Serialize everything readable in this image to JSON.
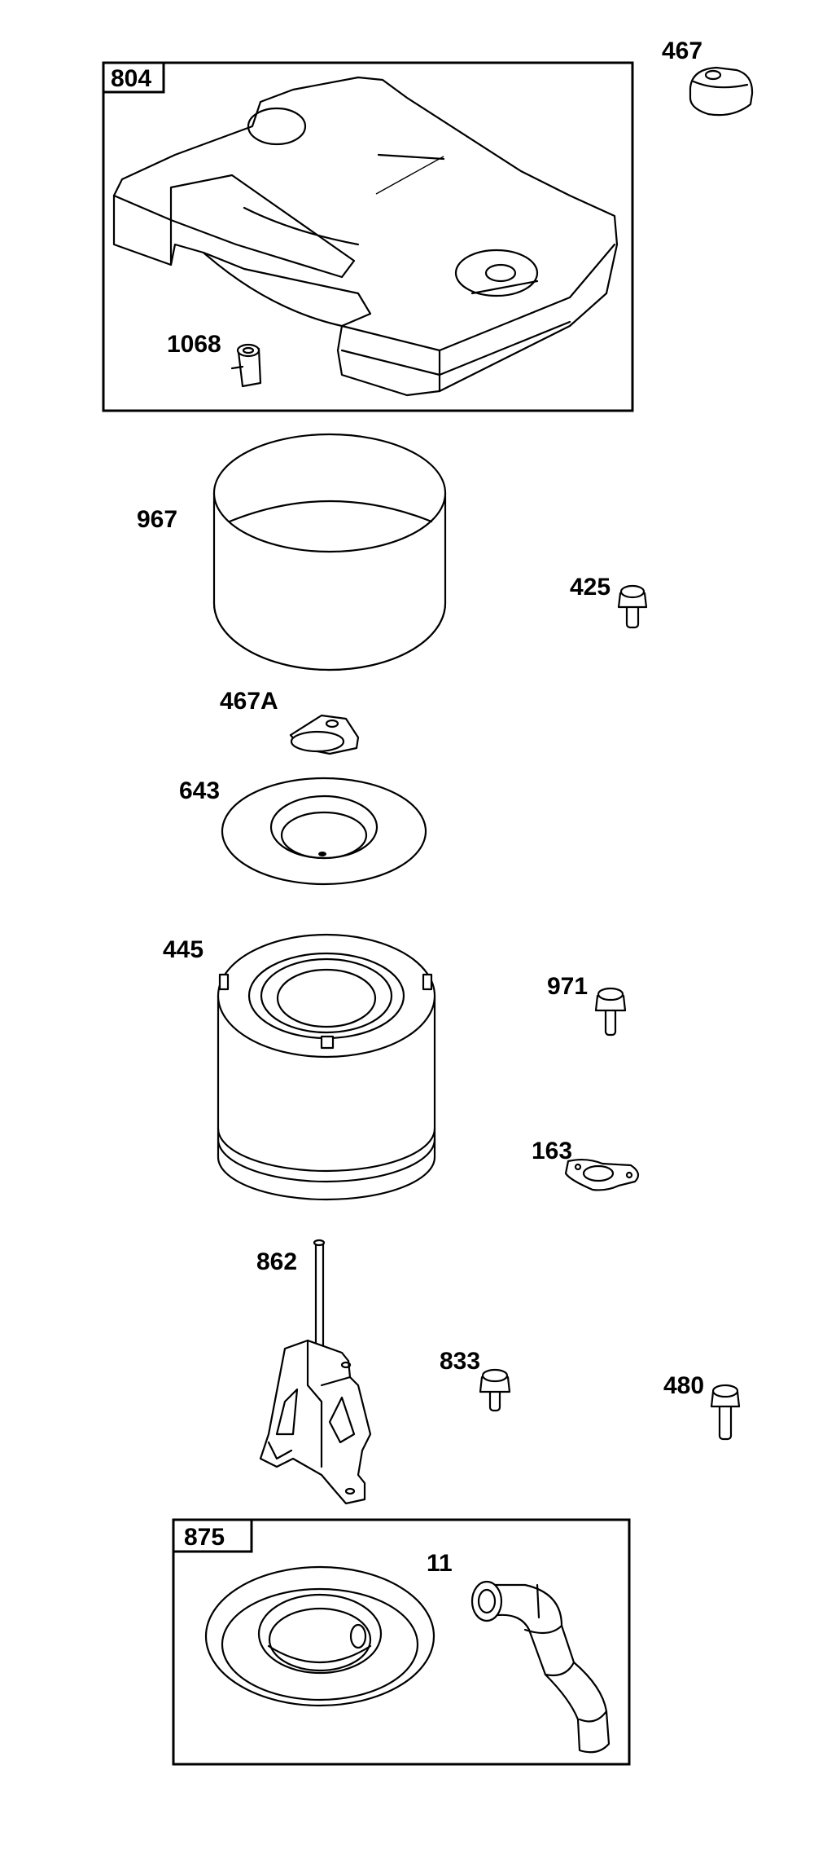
{
  "parts": {
    "p804": "804",
    "p467": "467",
    "p1068": "1068",
    "p967": "967",
    "p425": "425",
    "p467A": "467A",
    "p643": "643",
    "p445": "445",
    "p971": "971",
    "p163": "163",
    "p862": "862",
    "p833": "833",
    "p480": "480",
    "p875": "875",
    "p11": "11"
  }
}
